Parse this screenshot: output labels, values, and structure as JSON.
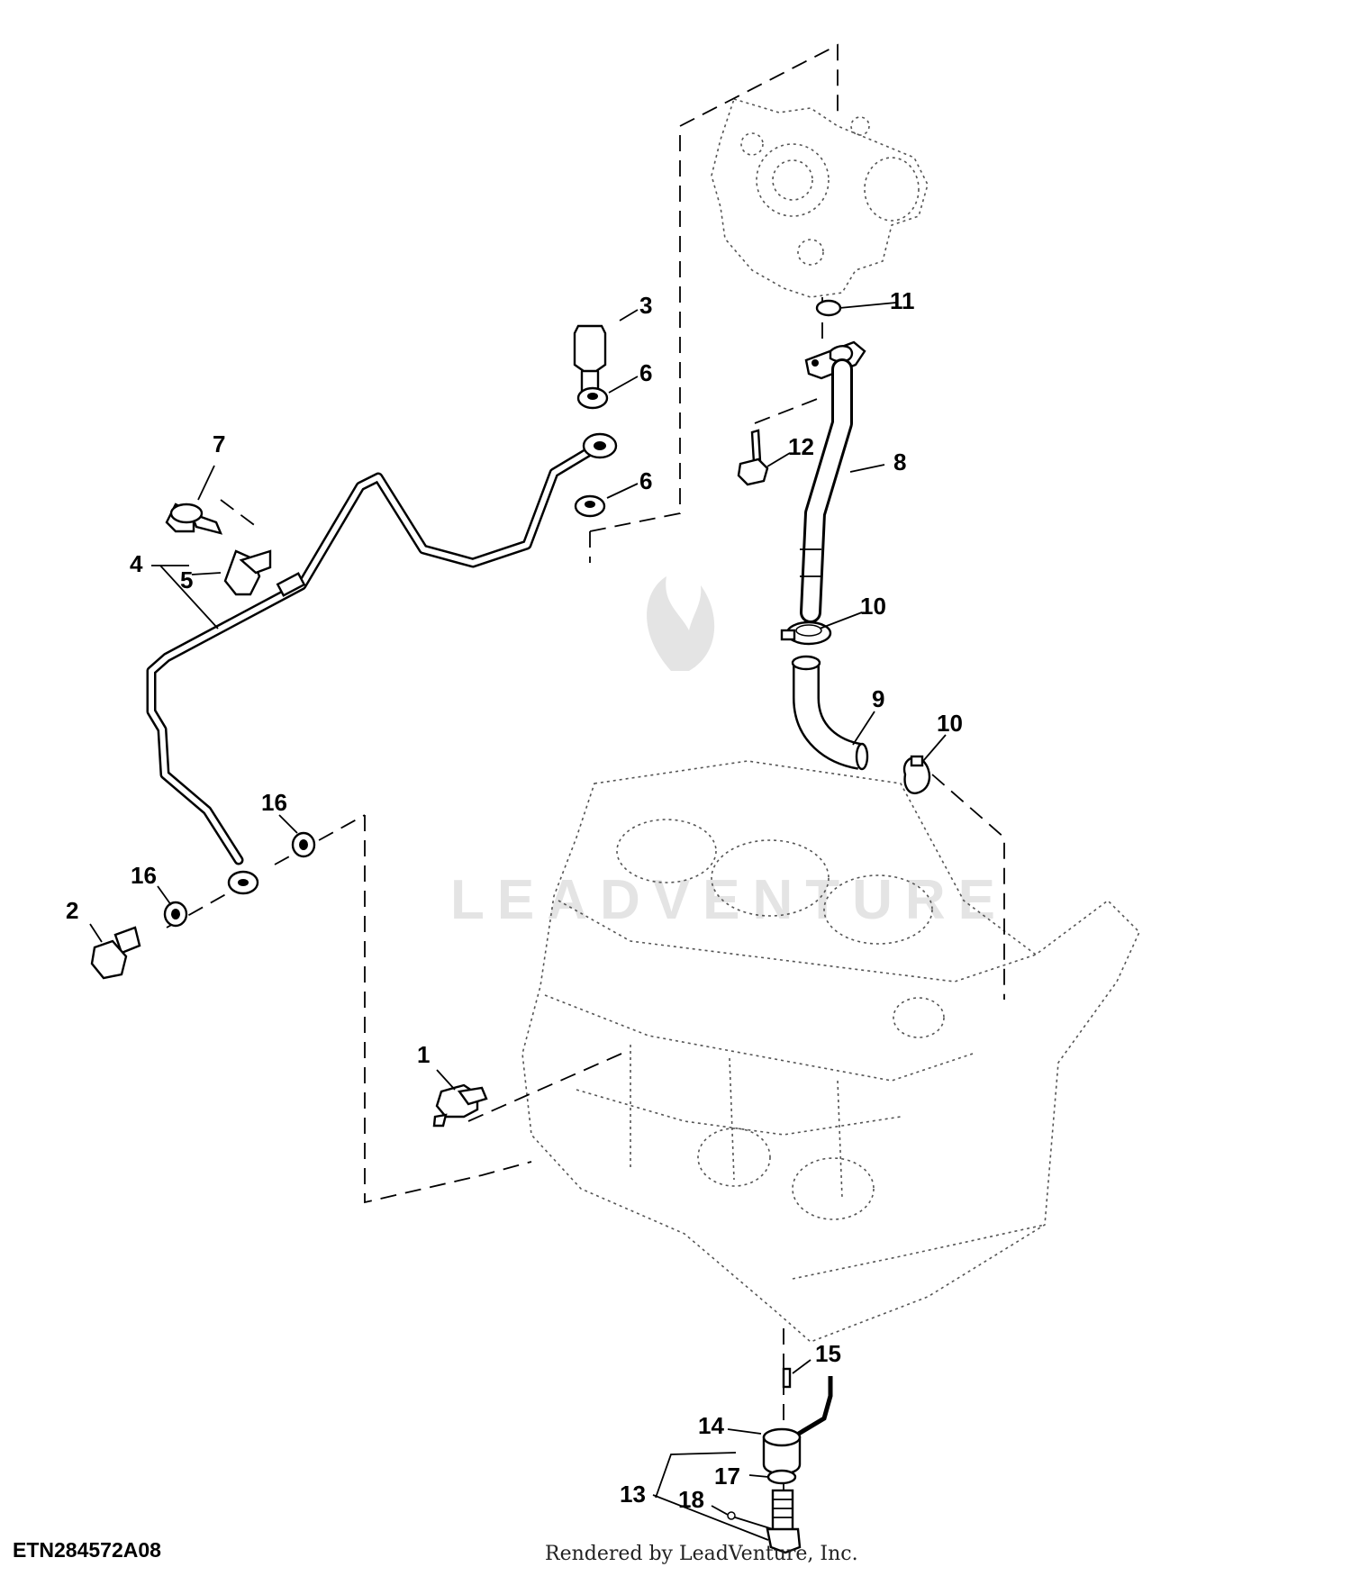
{
  "callouts": {
    "c1": "1",
    "c2": "2",
    "c3": "3",
    "c4": "4",
    "c5": "5",
    "c6a": "6",
    "c6b": "6",
    "c7": "7",
    "c8": "8",
    "c9": "9",
    "c10a": "10",
    "c10b": "10",
    "c11": "11",
    "c12": "12",
    "c13": "13",
    "c14": "14",
    "c15": "15",
    "c16a": "16",
    "c16b": "16",
    "c17": "17",
    "c18": "18"
  },
  "figure_id": "ETN284572A08",
  "render_credit": "Rendered by LeadVenture, Inc.",
  "watermark": "LEADVENTURE",
  "colors": {
    "ink": "#000000",
    "ghost": "#555555",
    "watermark": "#e4e4e4",
    "background": "#ffffff"
  },
  "icons": {
    "watermark_logo": "flame-w-logo"
  }
}
